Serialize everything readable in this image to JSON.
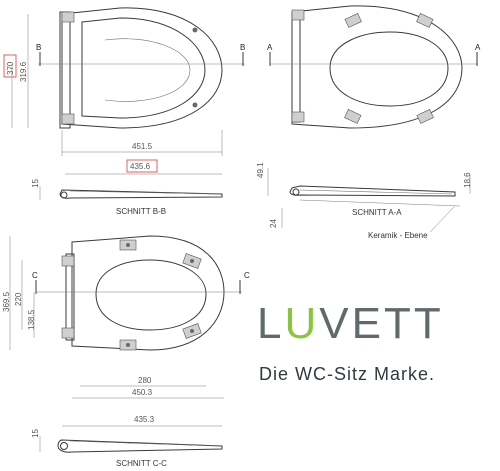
{
  "brand": {
    "name_prefix": "L",
    "name_accent": "U",
    "name_suffix": "VETT",
    "tagline": "Die WC-Sitz Marke.",
    "accent_color": "#8bc53f",
    "text_color": "#616a6b"
  },
  "sections": {
    "top_left": {
      "dim_370": "370",
      "dim_319_6": "319.6",
      "dim_451_5": "451.5",
      "dim_435_6": "435.6",
      "cut_letter": "B"
    },
    "top_right": {
      "cut_letter": "A"
    },
    "schnitt_bb": {
      "label": "SCHNITT B-B",
      "dim_15": "15"
    },
    "schnitt_aa": {
      "label": "SCHNITT A-A",
      "dim_49_1": "49.1",
      "dim_18_6": "18.6",
      "dim_24": "24",
      "note": "Keramik - Ebene"
    },
    "middle_left": {
      "dim_369_5": "369.5",
      "dim_220": "220",
      "dim_138_5": "138.5",
      "dim_280": "280",
      "dim_450_3": "450.3",
      "cut_letter": "C"
    },
    "schnitt_cc": {
      "label": "SCHNITT C-C",
      "dim_435_3": "435.3",
      "dim_15": "15"
    }
  }
}
